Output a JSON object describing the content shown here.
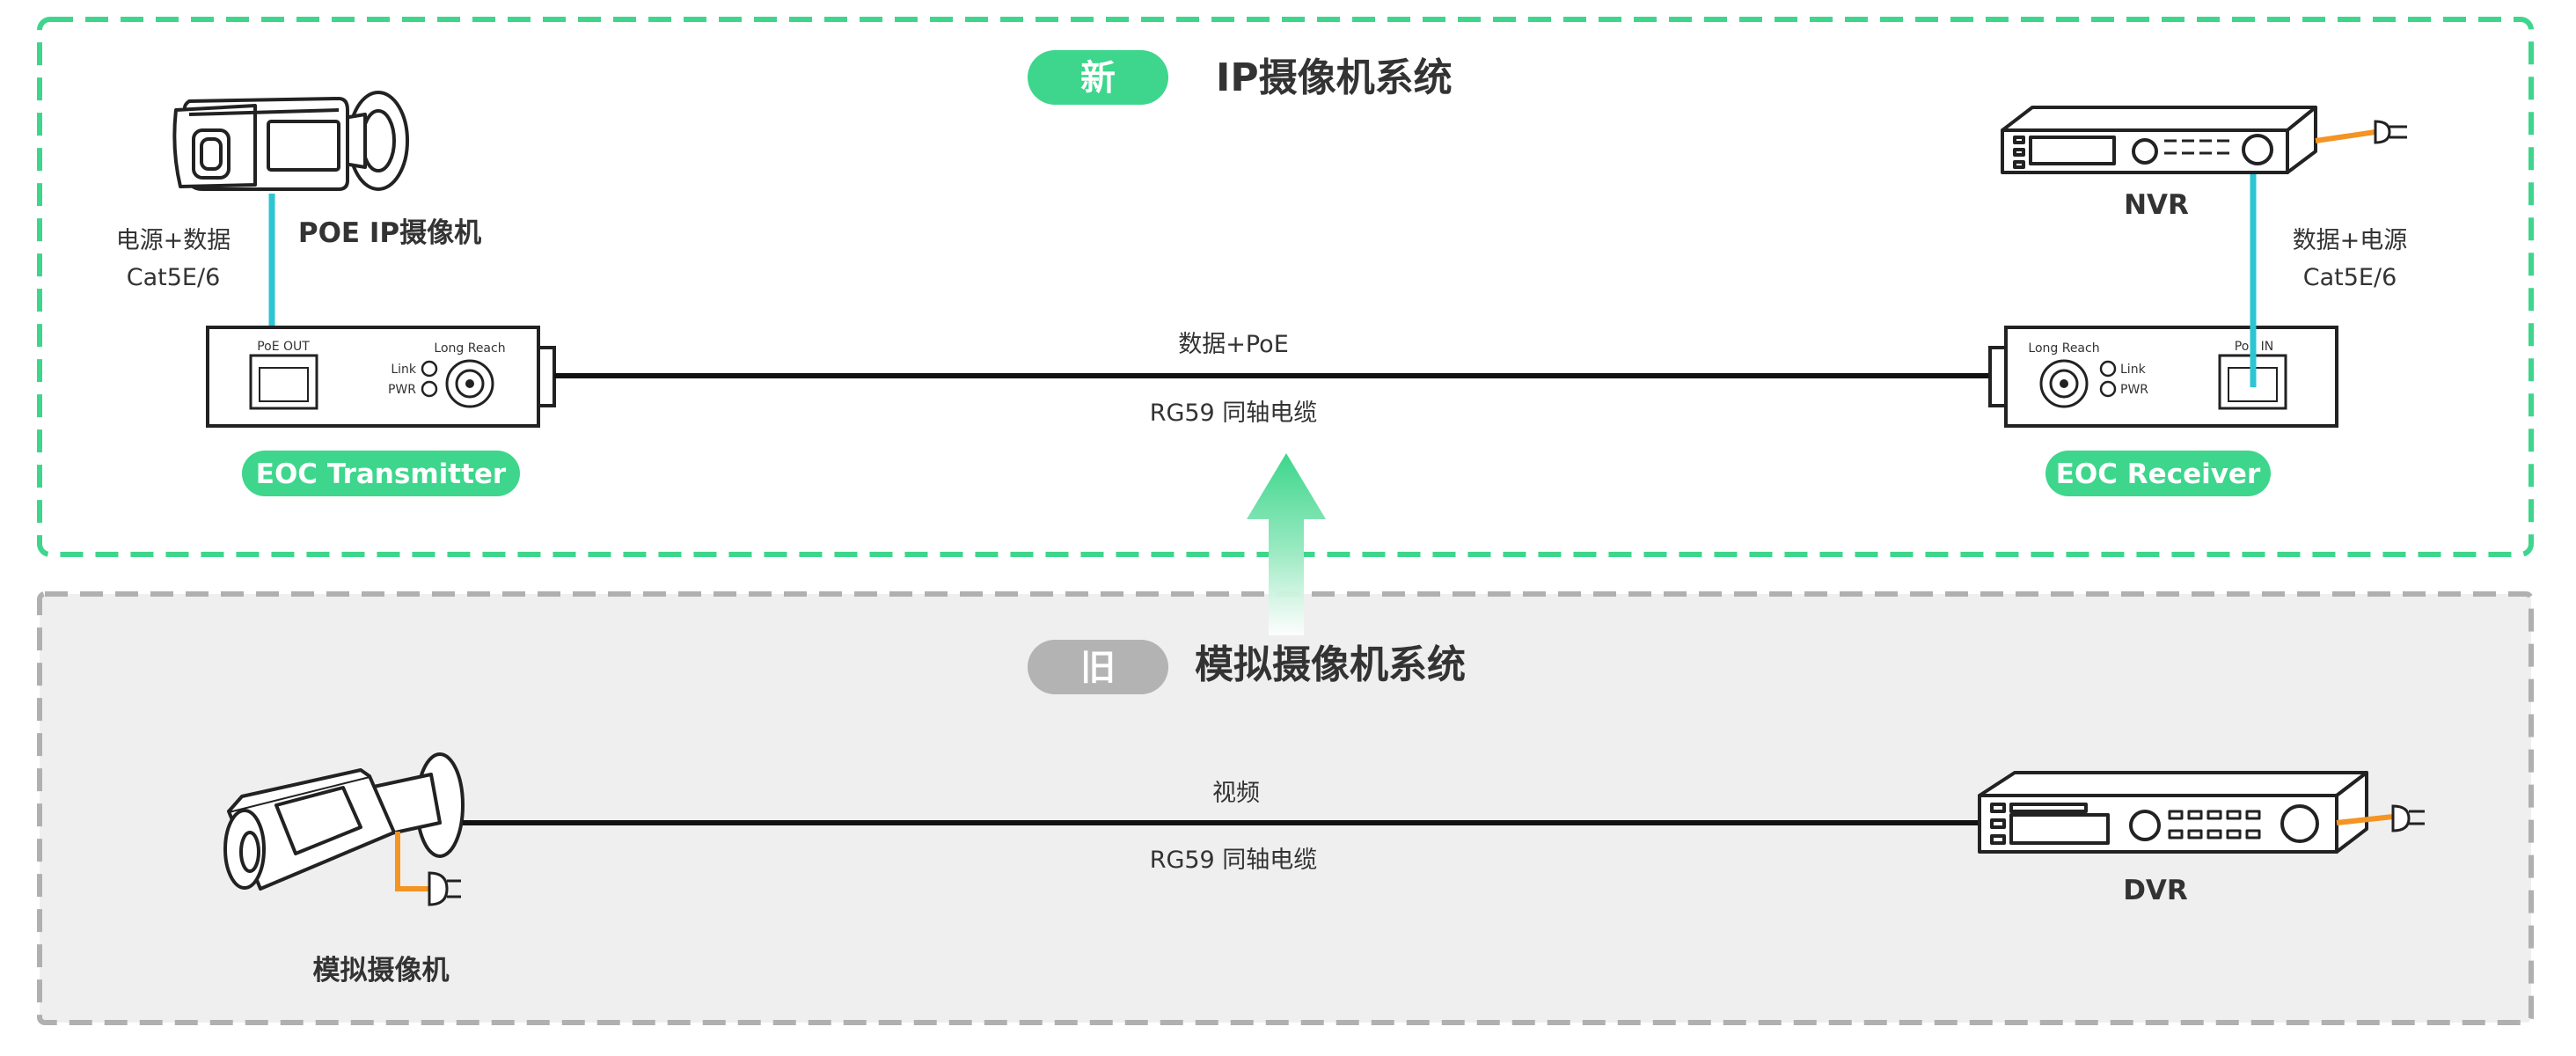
{
  "new_system": {
    "badge": "新",
    "title": "IP摄像机系统",
    "camera_label": "POE IP摄像机",
    "camera_cable_label": "电源+数据",
    "camera_cable_type": "Cat5E/6",
    "transmitter": {
      "label": "EOC Transmitter",
      "port_label": "PoE OUT",
      "led_link": "Link",
      "led_pwr": "PWR",
      "bnc_label": "Long Reach"
    },
    "coax_label_top": "数据+PoE",
    "coax_label_bottom": "RG59 同轴电缆",
    "receiver": {
      "label": "EOC Receiver",
      "port_label": "PoE IN",
      "led_link": "Link",
      "led_pwr": "PWR",
      "bnc_label": "Long Reach"
    },
    "nvr_label": "NVR",
    "nvr_cable_label": "数据+电源",
    "nvr_cable_type": "Cat5E/6"
  },
  "old_system": {
    "badge": "旧",
    "title": "模拟摄像机系统",
    "camera_label": "模拟摄像机",
    "coax_label_top": "视频",
    "coax_label_bottom": "RG59 同轴电缆",
    "dvr_label": "DVR"
  },
  "colors": {
    "green": "#3dd68c",
    "grey_badge": "#b3b3b3",
    "old_bg": "#efefef",
    "old_border": "#b0b0b0",
    "cat_cable": "#2ec5d3",
    "power_cable": "#f39423",
    "arrow_top": "#3dd68c"
  }
}
